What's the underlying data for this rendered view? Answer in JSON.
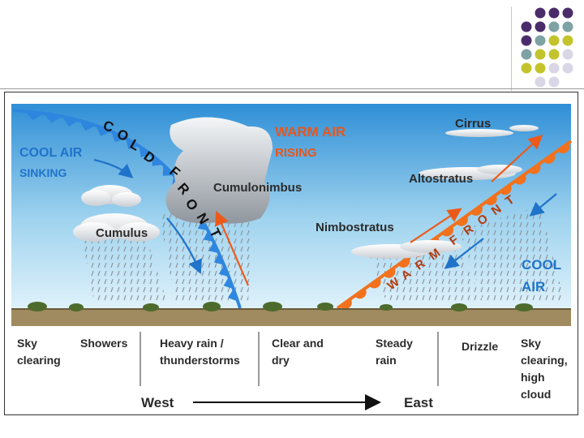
{
  "colors": {
    "sky_top": "#2f8fd6",
    "sky_bottom": "#dff1fa",
    "ground": "#a08a5f",
    "cold_front": "#2e86de",
    "warm_front": "#f2711c",
    "arrow_blue": "#1f73c9",
    "arrow_orange": "#ec5a1a",
    "dot_purple": "#4b2c6b",
    "dot_teal": "#7ea3a4",
    "dot_olive": "#c3c42c",
    "dot_lavender": "#d9d6e6"
  },
  "diagram": {
    "cold_front_label": "COLD FRONT",
    "warm_front_label": "WARM FRONT",
    "cool_air_sinking": [
      "COOL AIR",
      "SINKING"
    ],
    "warm_air_rising": [
      "WARM AIR",
      "RISING"
    ],
    "cool_air_right": [
      "COOL",
      "AIR"
    ],
    "clouds": {
      "cumulus": "Cumulus",
      "cumulonimbus": "Cumulonimbus",
      "nimbostratus": "Nimbostratus",
      "altostratus": "Altostratus",
      "cirrus": "Cirrus"
    }
  },
  "weather": [
    [
      "Sky",
      "clearing"
    ],
    [
      "Showers"
    ],
    [
      "Heavy rain /",
      "thunderstorms"
    ],
    [
      "Clear and",
      "dry"
    ],
    [
      "Steady",
      "rain"
    ],
    [
      "Drizzle"
    ],
    [
      "Sky",
      "clearing,",
      "high",
      "cloud"
    ]
  ],
  "direction": {
    "west": "West",
    "east": "East"
  }
}
